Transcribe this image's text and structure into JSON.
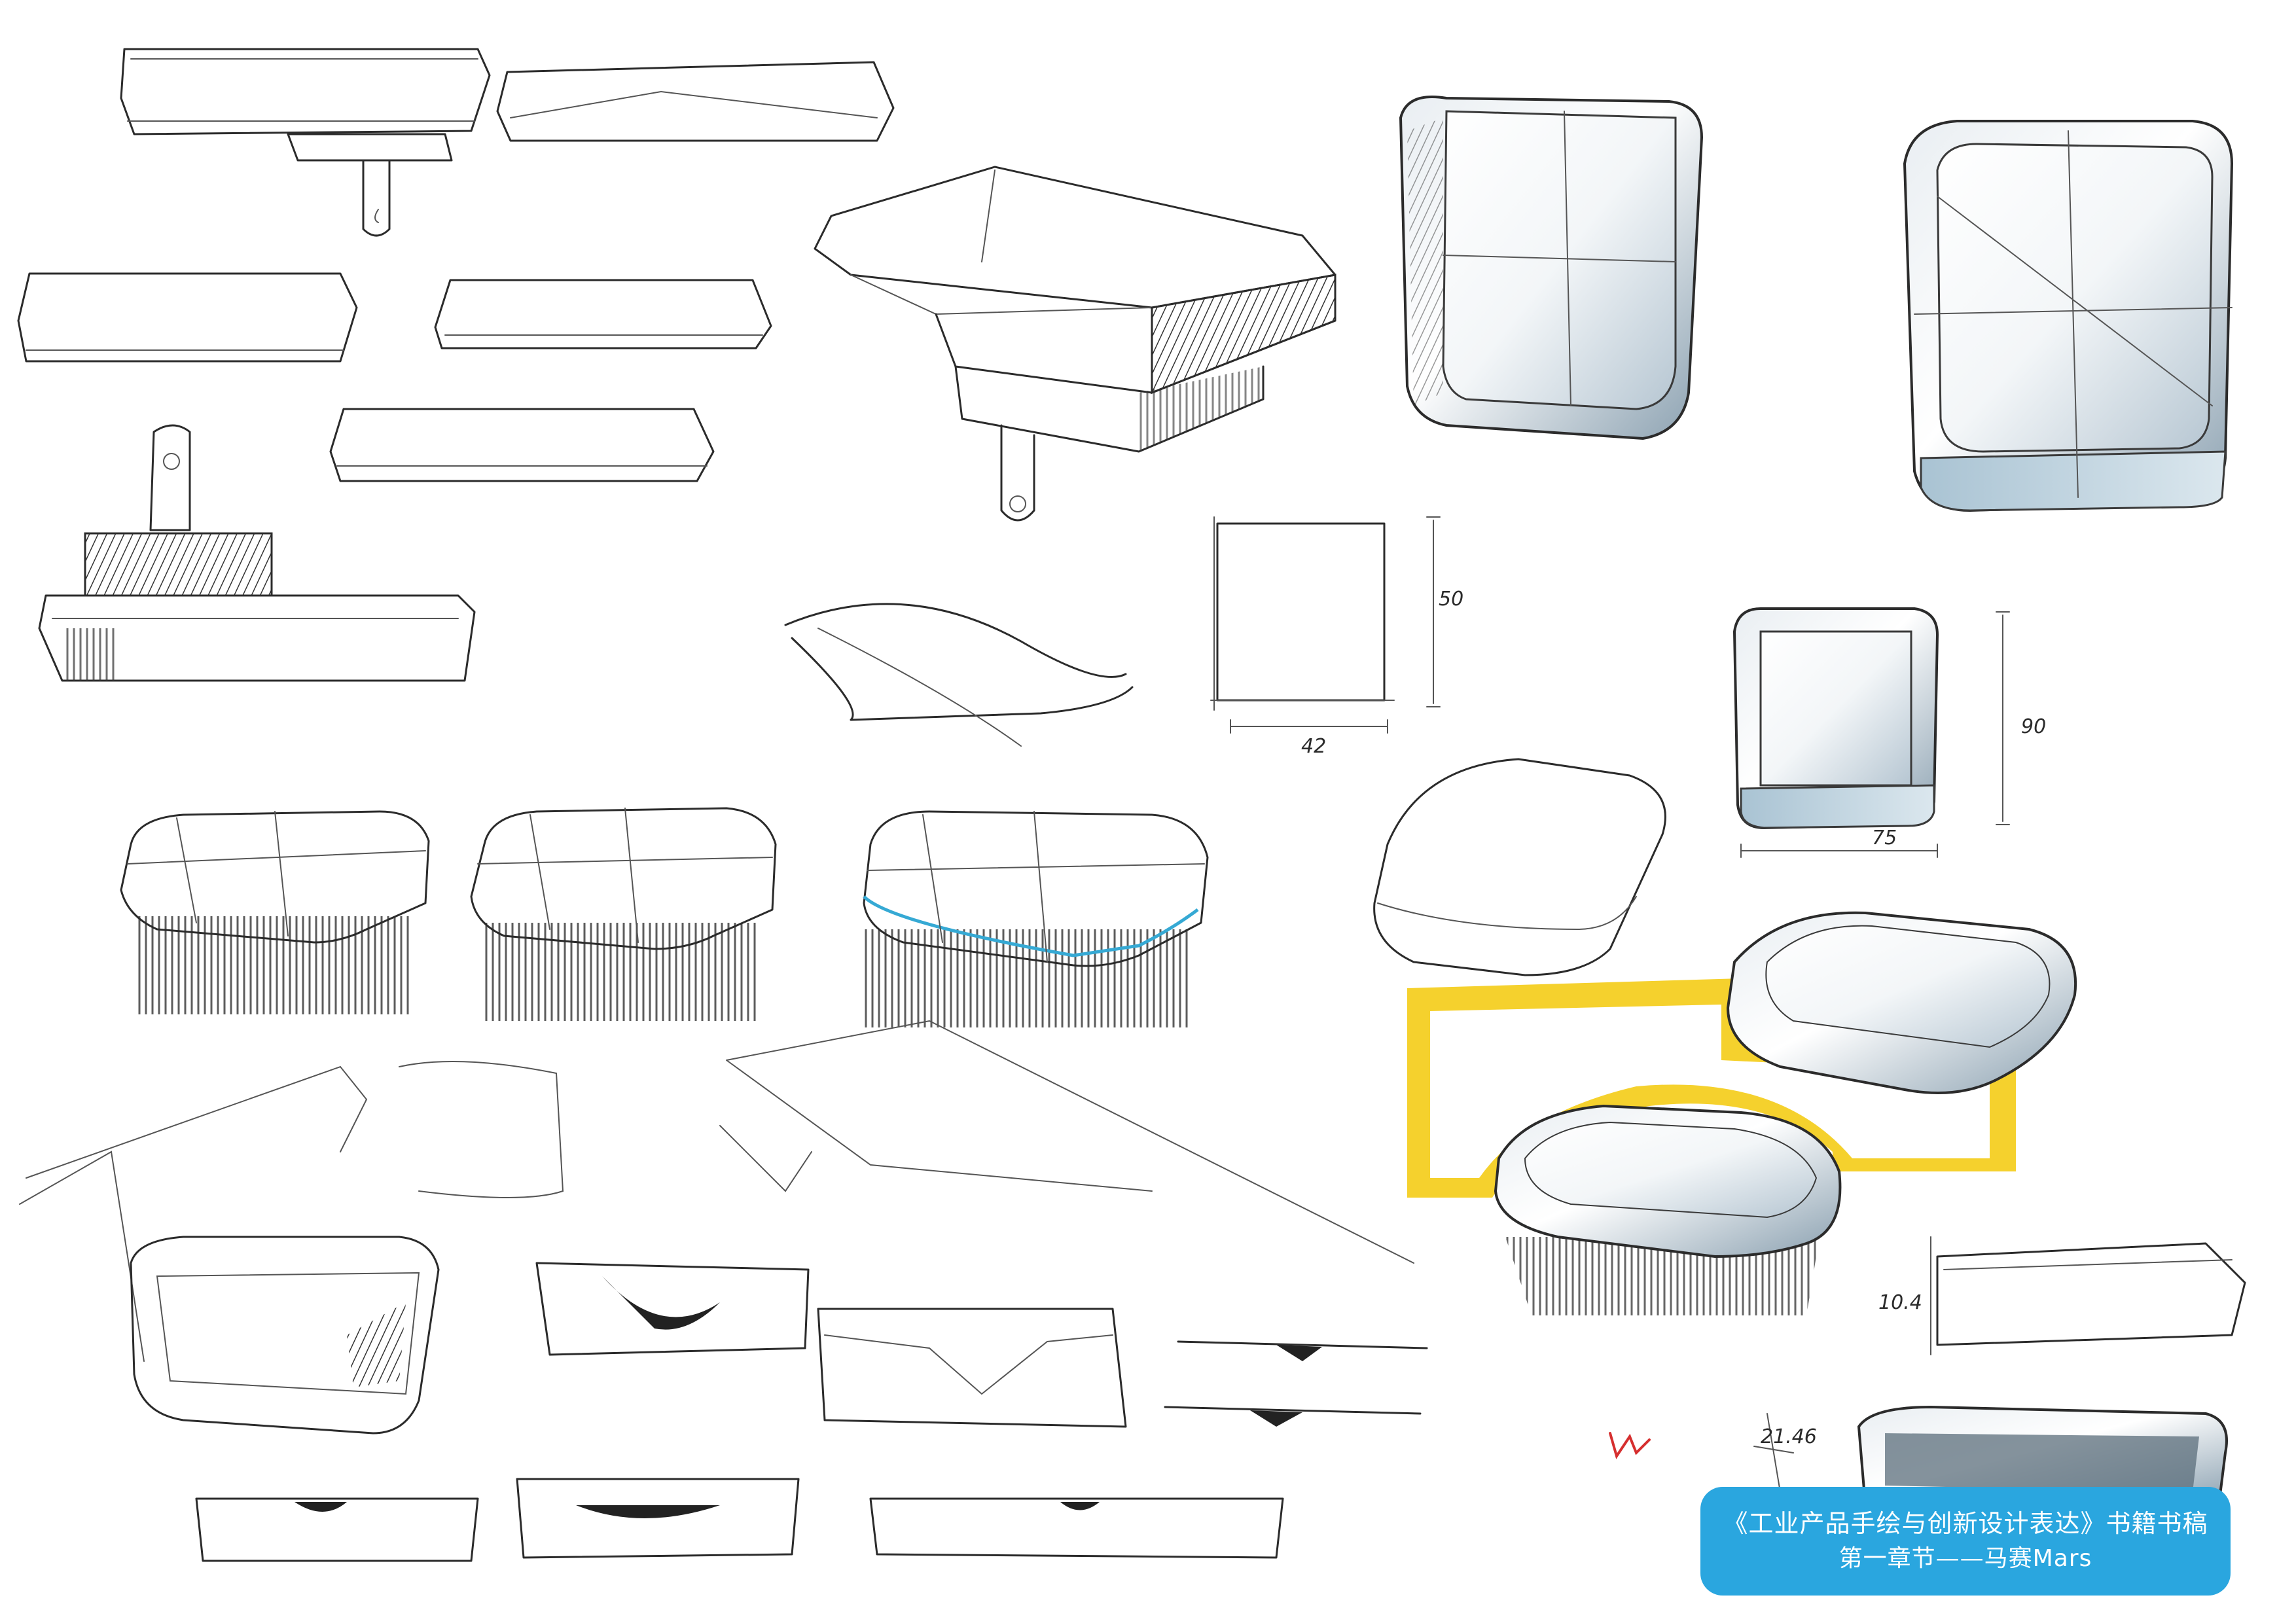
{
  "annotations": {
    "dim_square_height": "50",
    "dim_square_width": "42",
    "dim_rounded_width": "75",
    "dim_rounded_height": "90",
    "dim_lower_right": "10.4",
    "dim_angle": "21.46"
  },
  "caption": {
    "title": "《工业产品手绘与创新设计表达》书籍书稿",
    "subtitle": "第一章节——马赛Mars"
  },
  "colors": {
    "caption_background": "#2aa6df",
    "marker_yellow": "#f4cc16",
    "marker_grey_blue": "#9fb3c2",
    "accent_cyan": "#35a9d4"
  }
}
